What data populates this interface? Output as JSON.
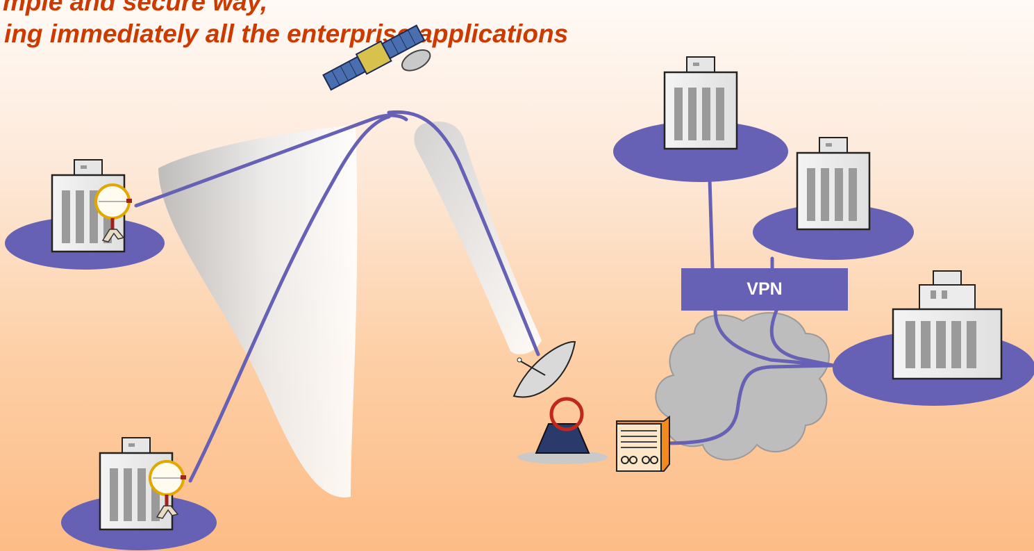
{
  "headline": {
    "line1": "mple and secure way,",
    "line2": "ing immediately all the enterprise applications"
  },
  "network": {
    "vpn_label": "VPN"
  },
  "colors": {
    "headline": "#cc3a00",
    "link": "#6661b4",
    "site_ellipse": "#6661b4",
    "cloud": "#bdbdbd",
    "background_top": "#fffaf6",
    "background_bottom": "#fdbc86"
  },
  "icons": [
    "satellite-icon",
    "building-icon",
    "satellite-terminal-icon",
    "satellite-dish-icon",
    "modem-icon",
    "cloud-icon"
  ]
}
